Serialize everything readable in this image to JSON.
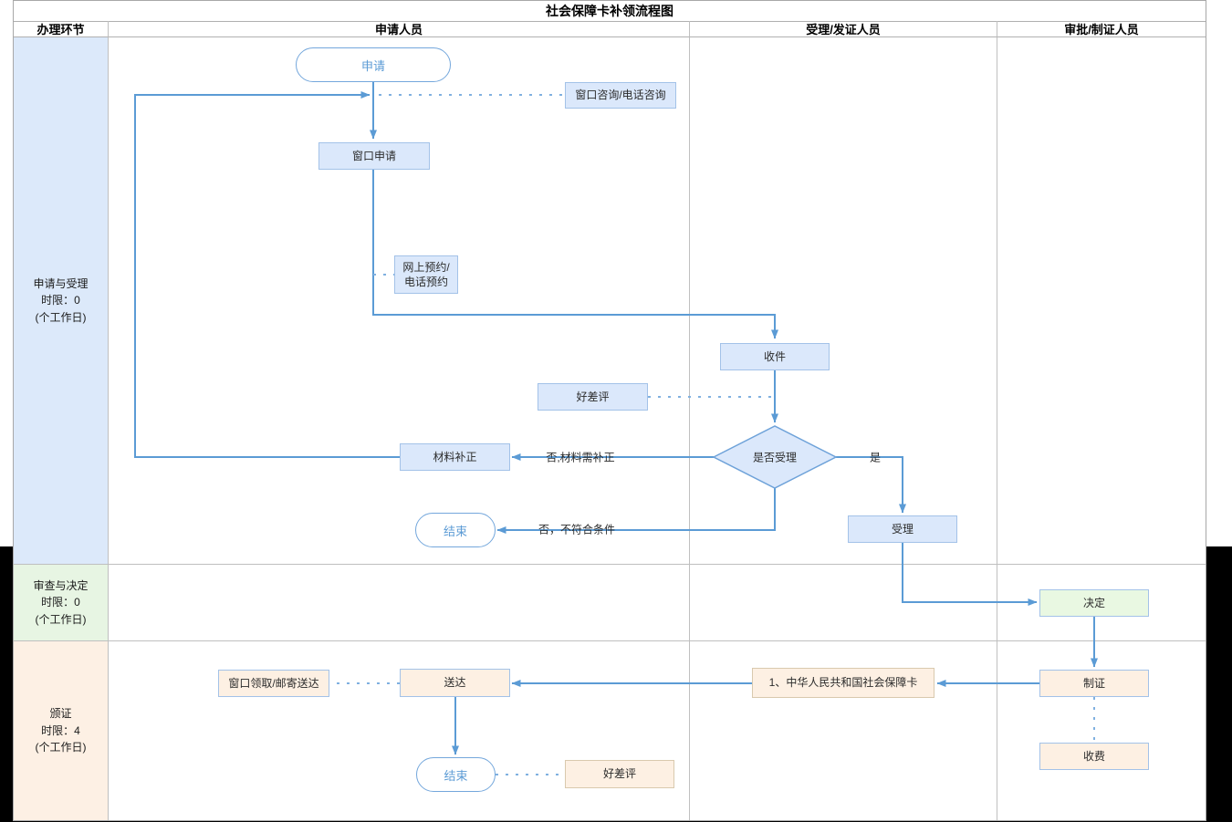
{
  "title": "社会保障卡补领流程图",
  "headers": {
    "col1": "办理环节",
    "col2": "申请人员",
    "col3": "受理/发证人员",
    "col4": "审批/制证人员"
  },
  "lanes": [
    {
      "line1": "申请与受理",
      "line2": "时限：0",
      "line3": "(个工作日)"
    },
    {
      "line1": "审查与决定",
      "line2": "时限：0",
      "line3": "(个工作日)"
    },
    {
      "line1": "颁证",
      "line2": "时限：4",
      "line3": "(个工作日)"
    }
  ],
  "nodes": {
    "apply": "申请",
    "consult": "窗口咨询/电话咨询",
    "window_apply": "窗口申请",
    "booking_line1": "网上预约/",
    "booking_line2": "电话预约",
    "receive": "收件",
    "review_top": "好差评",
    "decision": "是否受理",
    "supplement": "材料补正",
    "end_mid": "结束",
    "accept": "受理",
    "decide": "决定",
    "make_cert": "制证",
    "charge": "收费",
    "card": "1、中华人民共和国社会保障卡",
    "deliver": "送达",
    "pickup": "窗口领取/邮寄送达",
    "end_bottom": "结束",
    "review_bottom": "好差评"
  },
  "edge_labels": {
    "no_supplement": "否,材料需补正",
    "no_reject": "否，不符合条件",
    "yes": "是"
  },
  "colors": {
    "flow_blue": "#5b9bd5",
    "dash_blue": "#7fb0e0",
    "fill_blue": "#dbe8fb",
    "fill_green": "#e9f8e2",
    "fill_orange": "#fdf0e3",
    "lane_blue": "#dce9fa",
    "lane_green": "#e7f5e3",
    "lane_orange": "#fdf0e4",
    "grid_gray": "#bfbfbf",
    "background_black": "#000000"
  }
}
